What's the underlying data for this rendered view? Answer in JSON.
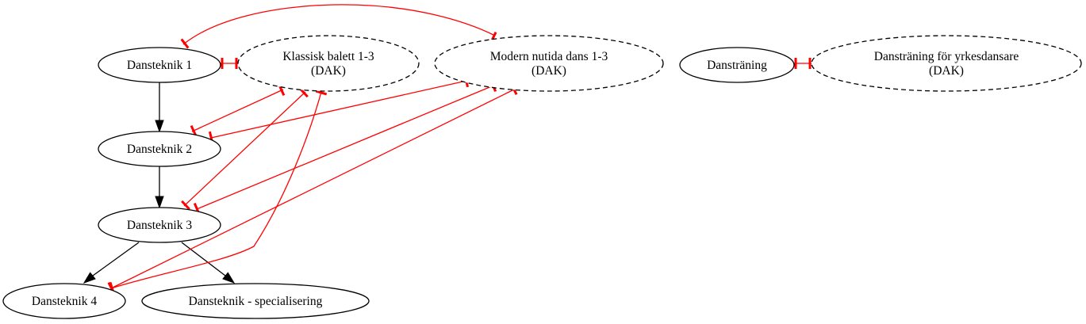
{
  "diagram": {
    "colors": {
      "node_stroke": "#000000",
      "edge_dependency": "#000000",
      "edge_exclusion": "#ff0000"
    },
    "nodes": [
      {
        "id": "dt1",
        "lines": [
          "Dansteknik 1"
        ],
        "style": "solid"
      },
      {
        "id": "dt2",
        "lines": [
          "Dansteknik 2"
        ],
        "style": "solid"
      },
      {
        "id": "dt3",
        "lines": [
          "Dansteknik 3"
        ],
        "style": "solid"
      },
      {
        "id": "dt4",
        "lines": [
          "Dansteknik 4"
        ],
        "style": "solid"
      },
      {
        "id": "dts",
        "lines": [
          "Dansteknik - specialisering"
        ],
        "style": "solid"
      },
      {
        "id": "kb",
        "lines": [
          "Klassisk balett 1-3",
          "(DAK)"
        ],
        "style": "dashed"
      },
      {
        "id": "mnd",
        "lines": [
          "Modern nutida dans 1-3",
          "(DAK)"
        ],
        "style": "dashed"
      },
      {
        "id": "dtr",
        "lines": [
          "Dansträning"
        ],
        "style": "solid"
      },
      {
        "id": "dty",
        "lines": [
          "Dansträning för yrkesdansare",
          "(DAK)"
        ],
        "style": "dashed"
      }
    ],
    "edges": [
      {
        "from": "dt1",
        "to": "dt2",
        "kind": "dependency"
      },
      {
        "from": "dt2",
        "to": "dt3",
        "kind": "dependency"
      },
      {
        "from": "dt3",
        "to": "dt4",
        "kind": "dependency"
      },
      {
        "from": "dt3",
        "to": "dts",
        "kind": "dependency"
      },
      {
        "from": "dt1",
        "to": "kb",
        "kind": "exclusion"
      },
      {
        "from": "dt1",
        "to": "mnd",
        "kind": "exclusion"
      },
      {
        "from": "dt2",
        "to": "kb",
        "kind": "exclusion"
      },
      {
        "from": "dt2",
        "to": "mnd",
        "kind": "exclusion"
      },
      {
        "from": "dt3",
        "to": "kb",
        "kind": "exclusion"
      },
      {
        "from": "dt3",
        "to": "mnd",
        "kind": "exclusion"
      },
      {
        "from": "dt4",
        "to": "kb",
        "kind": "exclusion"
      },
      {
        "from": "dt4",
        "to": "mnd",
        "kind": "exclusion"
      },
      {
        "from": "dtr",
        "to": "dty",
        "kind": "exclusion"
      }
    ]
  }
}
